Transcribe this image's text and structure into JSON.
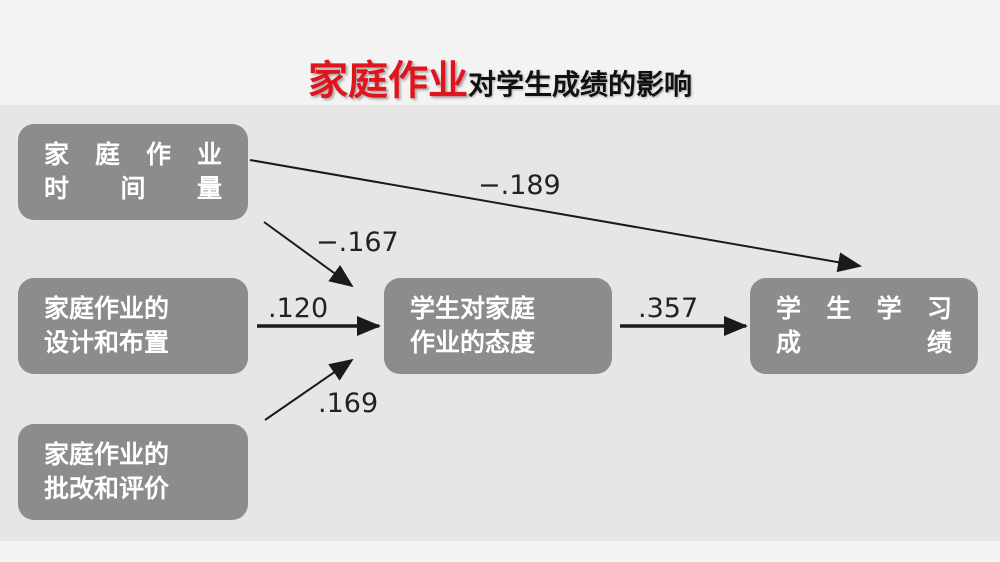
{
  "title": {
    "highlight": "家庭作业",
    "rest": "对学生成绩的影响"
  },
  "diagram": {
    "nodes": {
      "time": {
        "line1": "家庭作业",
        "line2": "时间量"
      },
      "design": {
        "line1": "家庭作业的",
        "line2": "设计和布置"
      },
      "grading": {
        "line1": "家庭作业的",
        "line2": "批改和评价"
      },
      "attitude": {
        "line1": "学生对家庭",
        "line2": "作业的态度"
      },
      "achievement": {
        "line1": "学生学习",
        "line2": "成绩"
      }
    },
    "edges": {
      "time_achievement": "−.189",
      "time_attitude": "−.167",
      "design_attitude": ".120",
      "grading_attitude": ".169",
      "attitude_achievement": ".357"
    }
  }
}
